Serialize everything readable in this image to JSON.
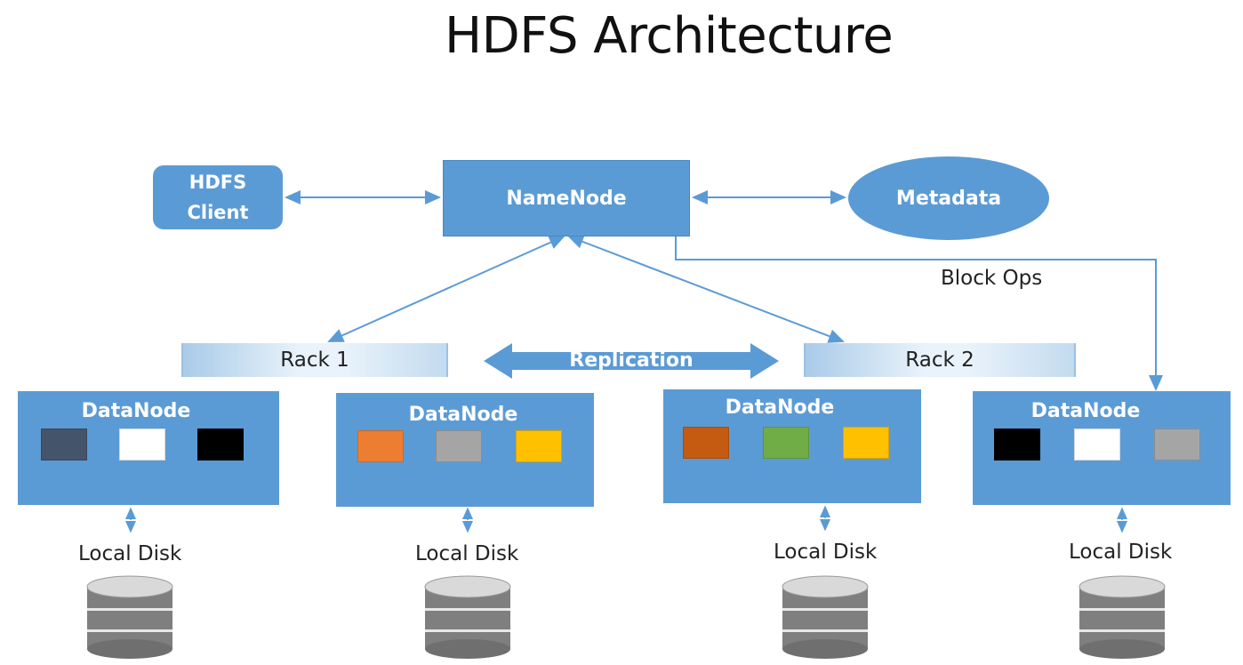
{
  "title": "HDFS Architecture",
  "client": {
    "line1": "HDFS",
    "line2": "Client"
  },
  "namenode": {
    "label": "NameNode"
  },
  "metadata": {
    "label": "Metadata"
  },
  "block_ops": {
    "label": "Block Ops"
  },
  "racks": [
    {
      "label": "Rack 1"
    },
    {
      "label": "Rack 2"
    }
  ],
  "replication": {
    "label": "Replication"
  },
  "datanodes": [
    {
      "label": "DataNode",
      "blocks": [
        "#44546a",
        "#ffffff",
        "#000000"
      ]
    },
    {
      "label": "DataNode",
      "blocks": [
        "#ed7d31",
        "#a5a5a5",
        "#ffc000"
      ]
    },
    {
      "label": "DataNode",
      "blocks": [
        "#c55a11",
        "#70ad47",
        "#ffc000"
      ]
    },
    {
      "label": "DataNode",
      "blocks": [
        "#000000",
        "#ffffff",
        "#a5a5a5"
      ]
    }
  ],
  "disks": [
    {
      "label": "Local Disk"
    },
    {
      "label": "Local Disk"
    },
    {
      "label": "Local Disk"
    },
    {
      "label": "Local Disk"
    }
  ],
  "colors": {
    "node_fill": "#5b9bd5",
    "arrow": "#5b9bd5",
    "disk": "#8c8c8c"
  }
}
